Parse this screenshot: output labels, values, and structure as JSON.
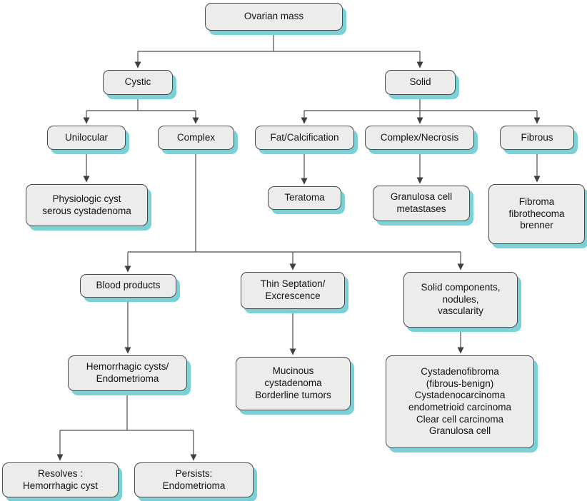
{
  "diagram": {
    "type": "flowchart",
    "subject": "Ovarian mass imaging workup",
    "colors": {
      "box_fill": "#ececec",
      "box_border": "#4a4a4a",
      "box_shadow": "#7ad2d8",
      "line": "#4d4d4d",
      "text": "#141414",
      "background": "#ffffff"
    },
    "nodes": {
      "ovarian_mass": {
        "label": "Ovarian mass"
      },
      "cystic": {
        "label": "Cystic"
      },
      "solid": {
        "label": "Solid"
      },
      "unilocular": {
        "label": "Unilocular"
      },
      "complex": {
        "label": "Complex"
      },
      "fat_calcification": {
        "label": "Fat/Calcification"
      },
      "complex_necrosis": {
        "label": "Complex/Necrosis"
      },
      "fibrous": {
        "label": "Fibrous"
      },
      "physiologic_cyst": {
        "label": "Physiologic cyst\nserous cystadenoma"
      },
      "teratoma": {
        "label": "Teratoma"
      },
      "granulosa_cell_metastases": {
        "label": "Granulosa cell\nmetastases"
      },
      "fibroma": {
        "label": "Fibroma\nfibrothecoma\nbrenner"
      },
      "blood_products": {
        "label": "Blood products"
      },
      "thin_septation": {
        "label": "Thin Septation/\nExcrescence"
      },
      "solid_components": {
        "label": "Solid components,\nnodules,\nvascularity"
      },
      "hemorrhagic_cysts": {
        "label": "Hemorrhagic cysts/\nEndometrioma"
      },
      "mucinous": {
        "label": "Mucinous\ncystadenoma\nBorderline tumors"
      },
      "cystadenofibroma": {
        "label": "Cystadenofibroma\n(fibrous-benign)\nCystadenocarcinoma\nendometrioid carcinoma\nClear cell carcinoma\nGranulosa cell"
      },
      "resolves": {
        "label": "Resolves :\nHemorrhagic cyst"
      },
      "persists": {
        "label": "Persists:\nEndometrioma"
      }
    },
    "edges": [
      [
        "ovarian_mass",
        "cystic"
      ],
      [
        "ovarian_mass",
        "solid"
      ],
      [
        "cystic",
        "unilocular"
      ],
      [
        "cystic",
        "complex"
      ],
      [
        "solid",
        "fat_calcification"
      ],
      [
        "solid",
        "complex_necrosis"
      ],
      [
        "solid",
        "fibrous"
      ],
      [
        "unilocular",
        "physiologic_cyst"
      ],
      [
        "fat_calcification",
        "teratoma"
      ],
      [
        "complex_necrosis",
        "granulosa_cell_metastases"
      ],
      [
        "fibrous",
        "fibroma"
      ],
      [
        "complex",
        "blood_products"
      ],
      [
        "complex",
        "thin_septation"
      ],
      [
        "complex",
        "solid_components"
      ],
      [
        "blood_products",
        "hemorrhagic_cysts"
      ],
      [
        "thin_septation",
        "mucinous"
      ],
      [
        "solid_components",
        "cystadenofibroma"
      ],
      [
        "hemorrhagic_cysts",
        "resolves"
      ],
      [
        "hemorrhagic_cysts",
        "persists"
      ]
    ]
  }
}
